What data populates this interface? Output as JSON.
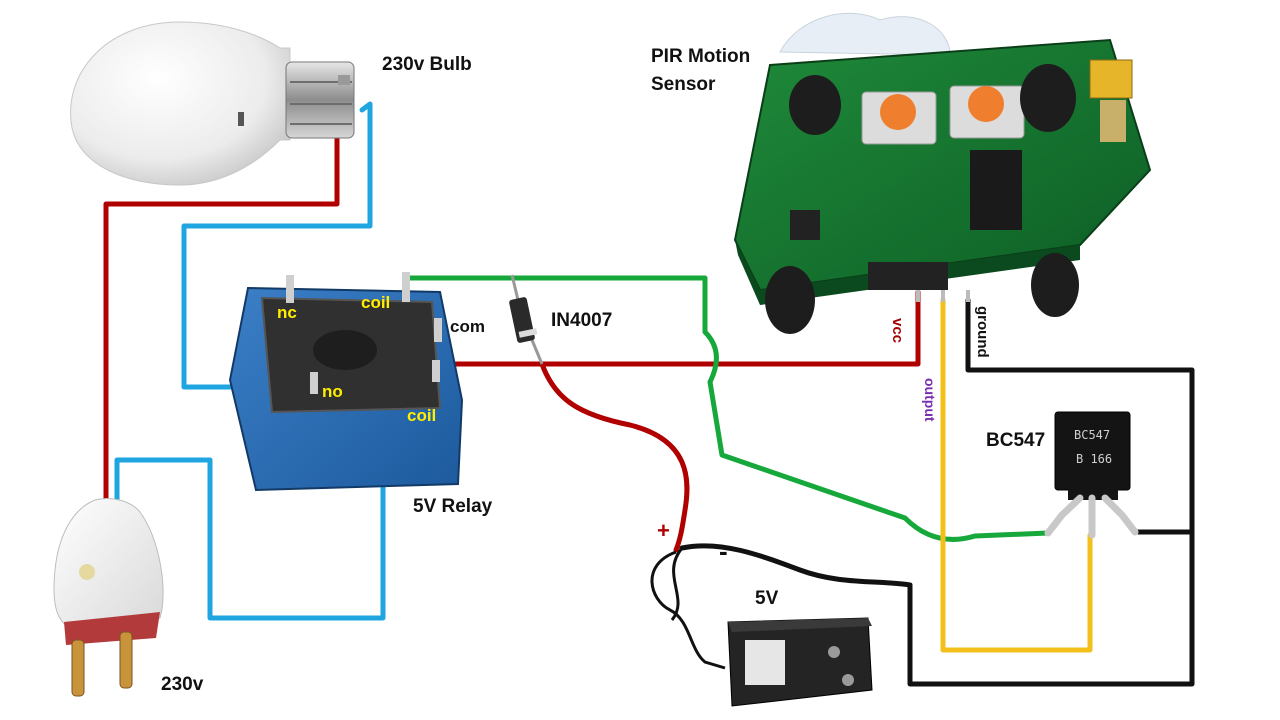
{
  "labels": {
    "bulb": "230v Bulb",
    "pir_line1": "PIR Motion",
    "pir_line2": "Sensor",
    "nc": "nc",
    "coil_top": "coil",
    "com": "com",
    "no": "no",
    "coil_bottom": "coil",
    "relay": "5V Relay",
    "diode": "IN4007",
    "vcc": "vcc",
    "output": "output",
    "ground": "ground",
    "transistor": "BC547",
    "chip_line1": "BC547",
    "chip_line2": "B 166",
    "plus": "+",
    "minus": "-",
    "adapter": "5V",
    "plug": "230v"
  },
  "colors": {
    "phase_wire": "#b00000",
    "neutral_wire": "#1fa6e0",
    "signal_wire": "#16a83a",
    "output_wire": "#f3c01b",
    "ground_wire": "#111111",
    "label_yellow": "#ffee00",
    "label_vcc": "#a30000",
    "label_output": "#7a2fb0"
  },
  "icons": [
    "led-bulb-icon",
    "pir-sensor-board-icon",
    "relay-icon",
    "diode-icon",
    "transistor-icon",
    "power-adapter-icon",
    "two-pin-plug-icon"
  ]
}
